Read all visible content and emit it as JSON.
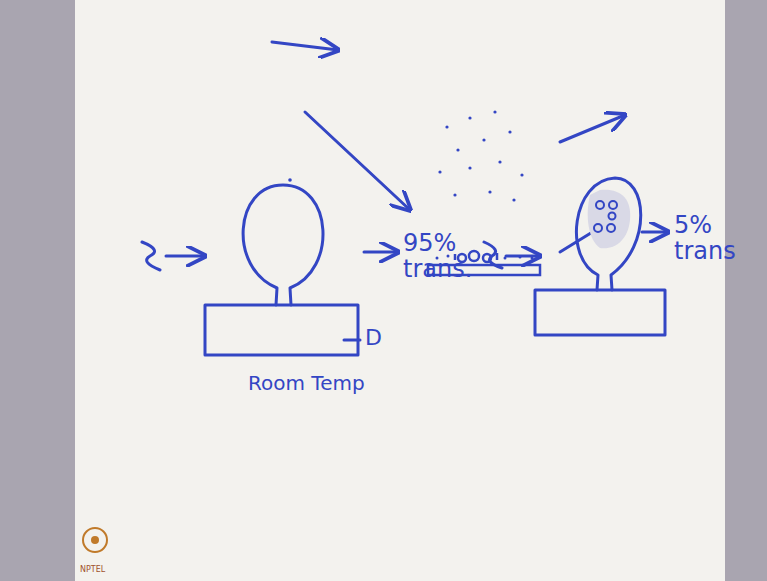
{
  "diagram": {
    "labels": [
      "95% trans.",
      "D",
      "Room Temp",
      "5% trans",
      "NPTEL"
    ]
  }
}
